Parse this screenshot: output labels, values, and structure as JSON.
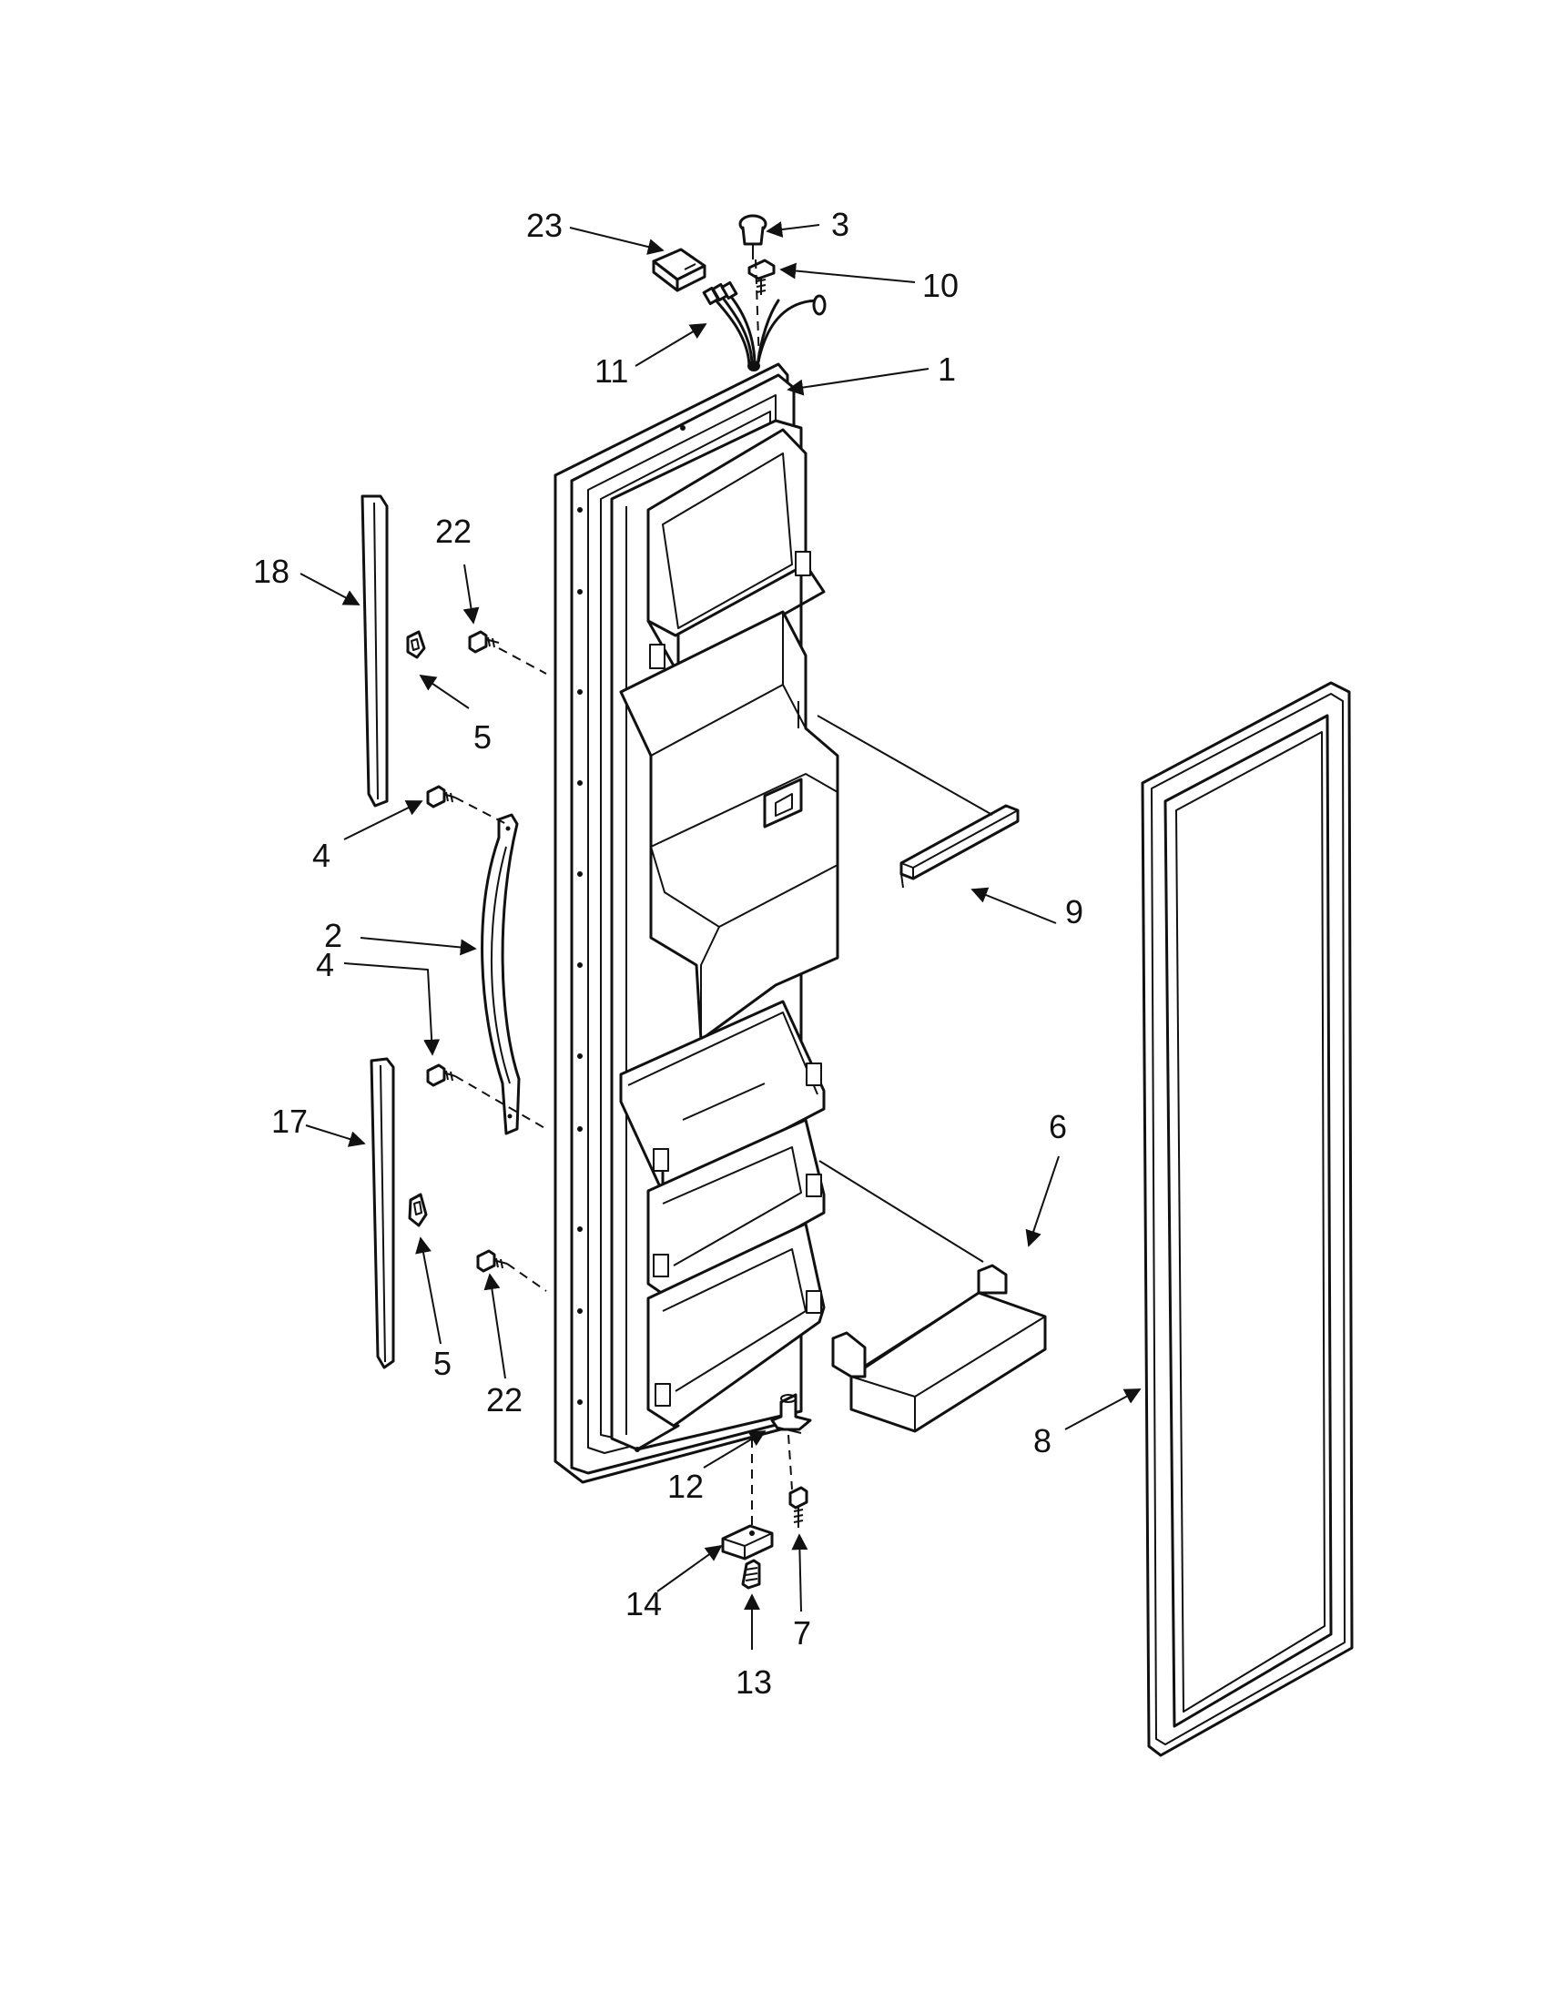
{
  "callouts": [
    {
      "id": "c23",
      "label": "23"
    },
    {
      "id": "c3",
      "label": "3"
    },
    {
      "id": "c10",
      "label": "10"
    },
    {
      "id": "c11",
      "label": "11"
    },
    {
      "id": "c1",
      "label": "1"
    },
    {
      "id": "c18",
      "label": "18"
    },
    {
      "id": "c22a",
      "label": "22"
    },
    {
      "id": "c5a",
      "label": "5"
    },
    {
      "id": "c4a",
      "label": "4"
    },
    {
      "id": "c2",
      "label": "2"
    },
    {
      "id": "c4b",
      "label": "4"
    },
    {
      "id": "c17",
      "label": "17"
    },
    {
      "id": "c5b",
      "label": "5"
    },
    {
      "id": "c22b",
      "label": "22"
    },
    {
      "id": "c9",
      "label": "9"
    },
    {
      "id": "c6",
      "label": "6"
    },
    {
      "id": "c8",
      "label": "8"
    },
    {
      "id": "c12",
      "label": "12"
    },
    {
      "id": "c7",
      "label": "7"
    },
    {
      "id": "c14",
      "label": "14"
    },
    {
      "id": "c13",
      "label": "13"
    }
  ]
}
